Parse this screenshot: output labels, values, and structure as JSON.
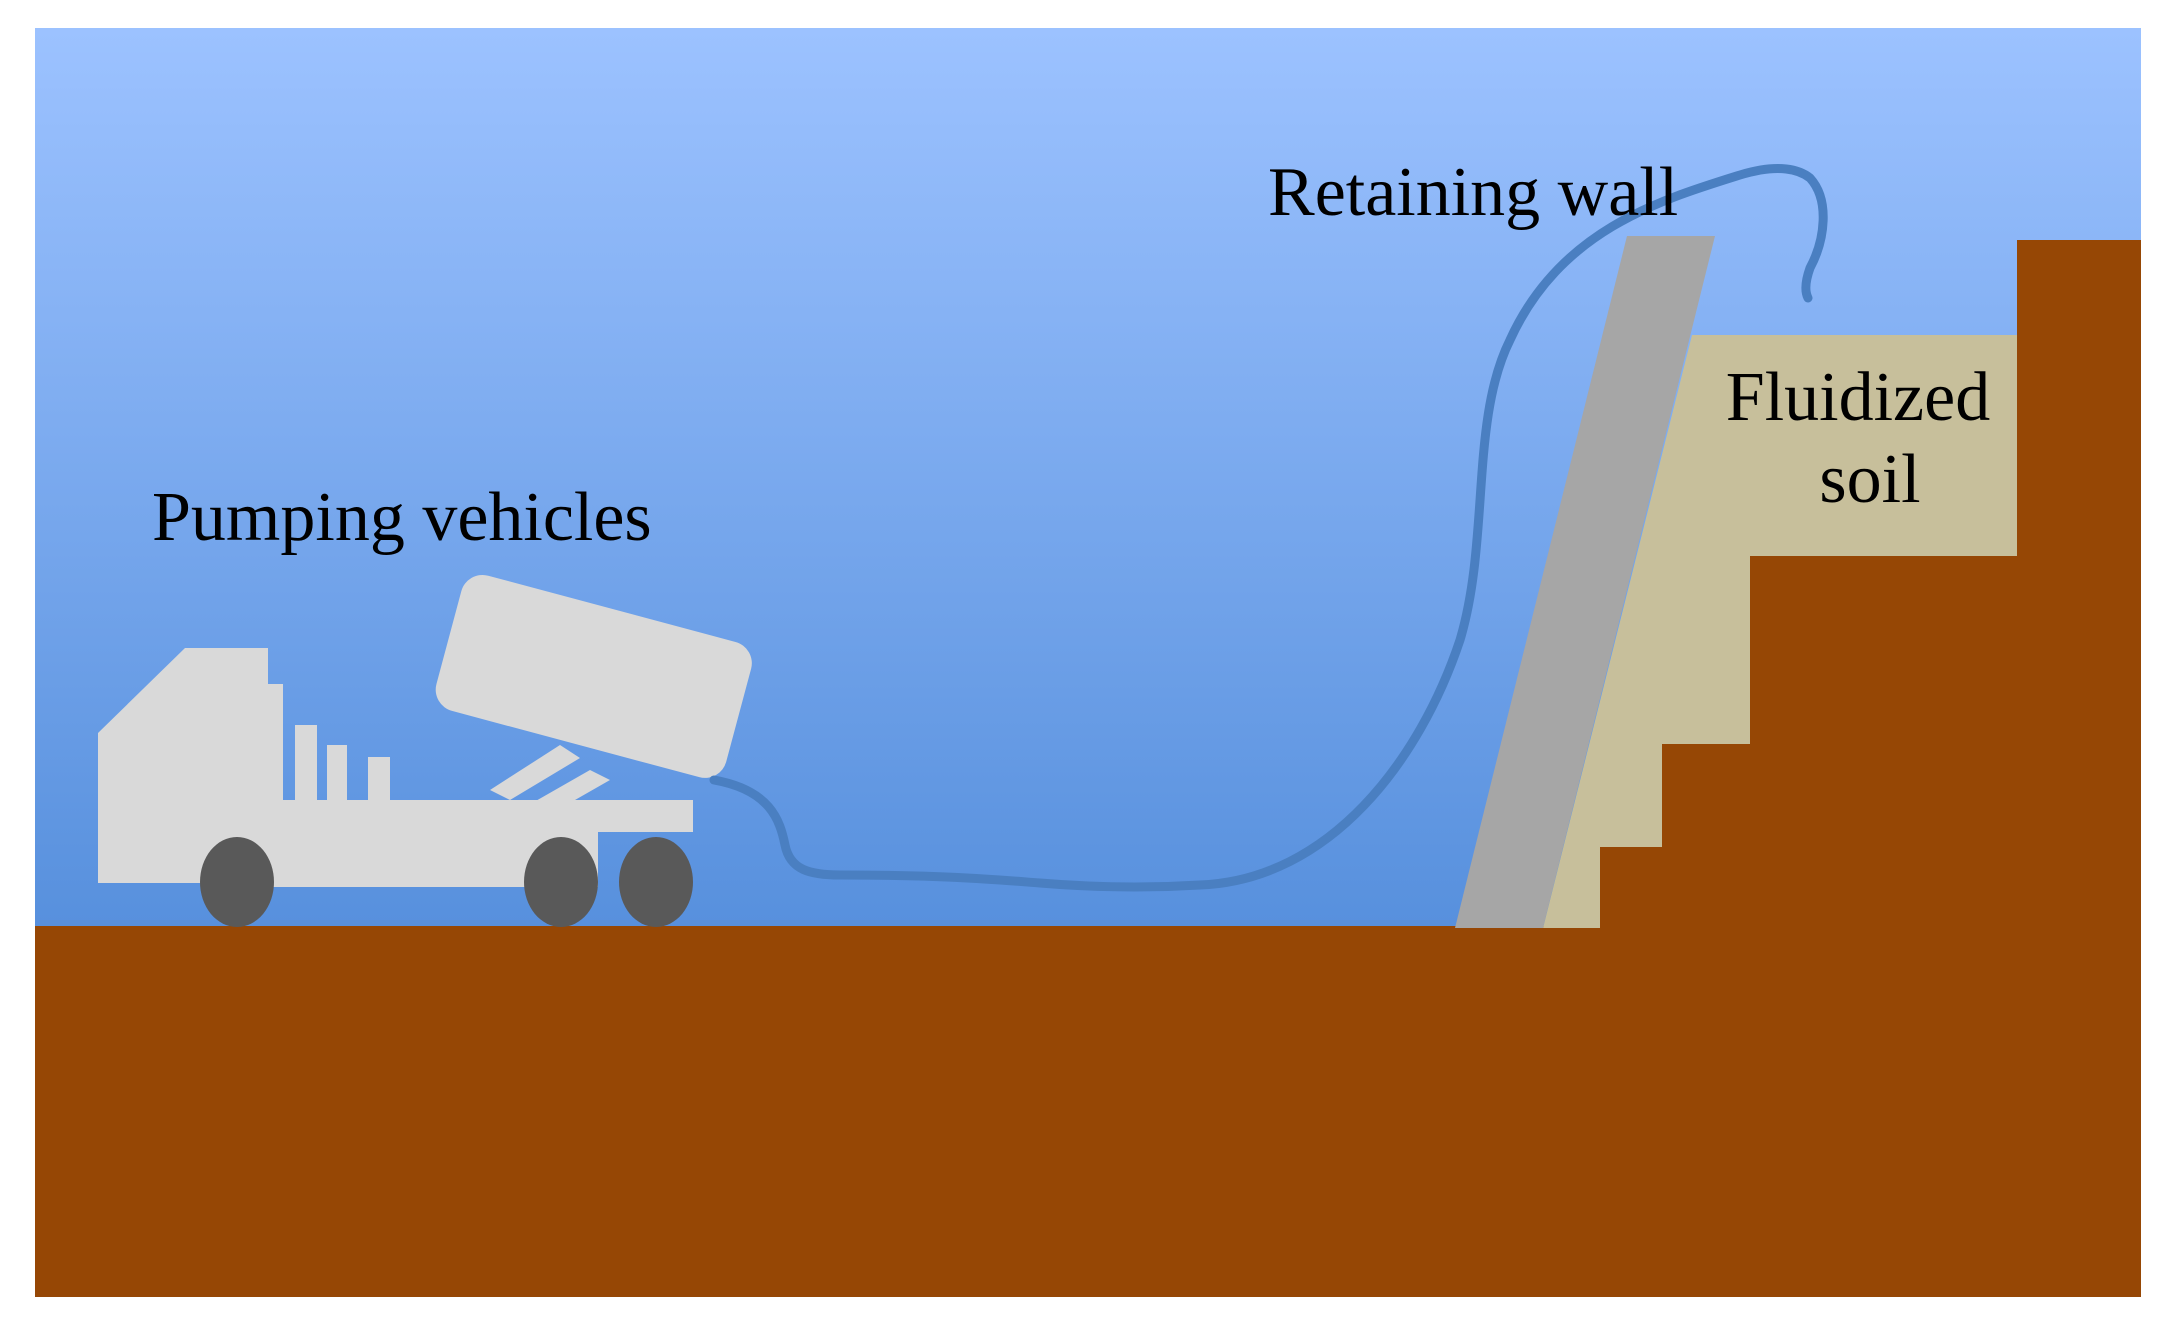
{
  "labels": {
    "pumping_vehicles": "Pumping vehicles",
    "retaining_wall": "Retaining wall",
    "fluidized_soil_line1": "Fluidized",
    "fluidized_soil_line2": "soil"
  },
  "colors": {
    "sky_top": "#9cc2ff",
    "sky_bottom": "#5790dd",
    "ground": "#964705",
    "wall": "#a6a6a6",
    "fluidized_soil": "#c7bf9b",
    "truck_body": "#d9d9d9",
    "wheel": "#595959",
    "pipe": "#4a7fc1"
  }
}
